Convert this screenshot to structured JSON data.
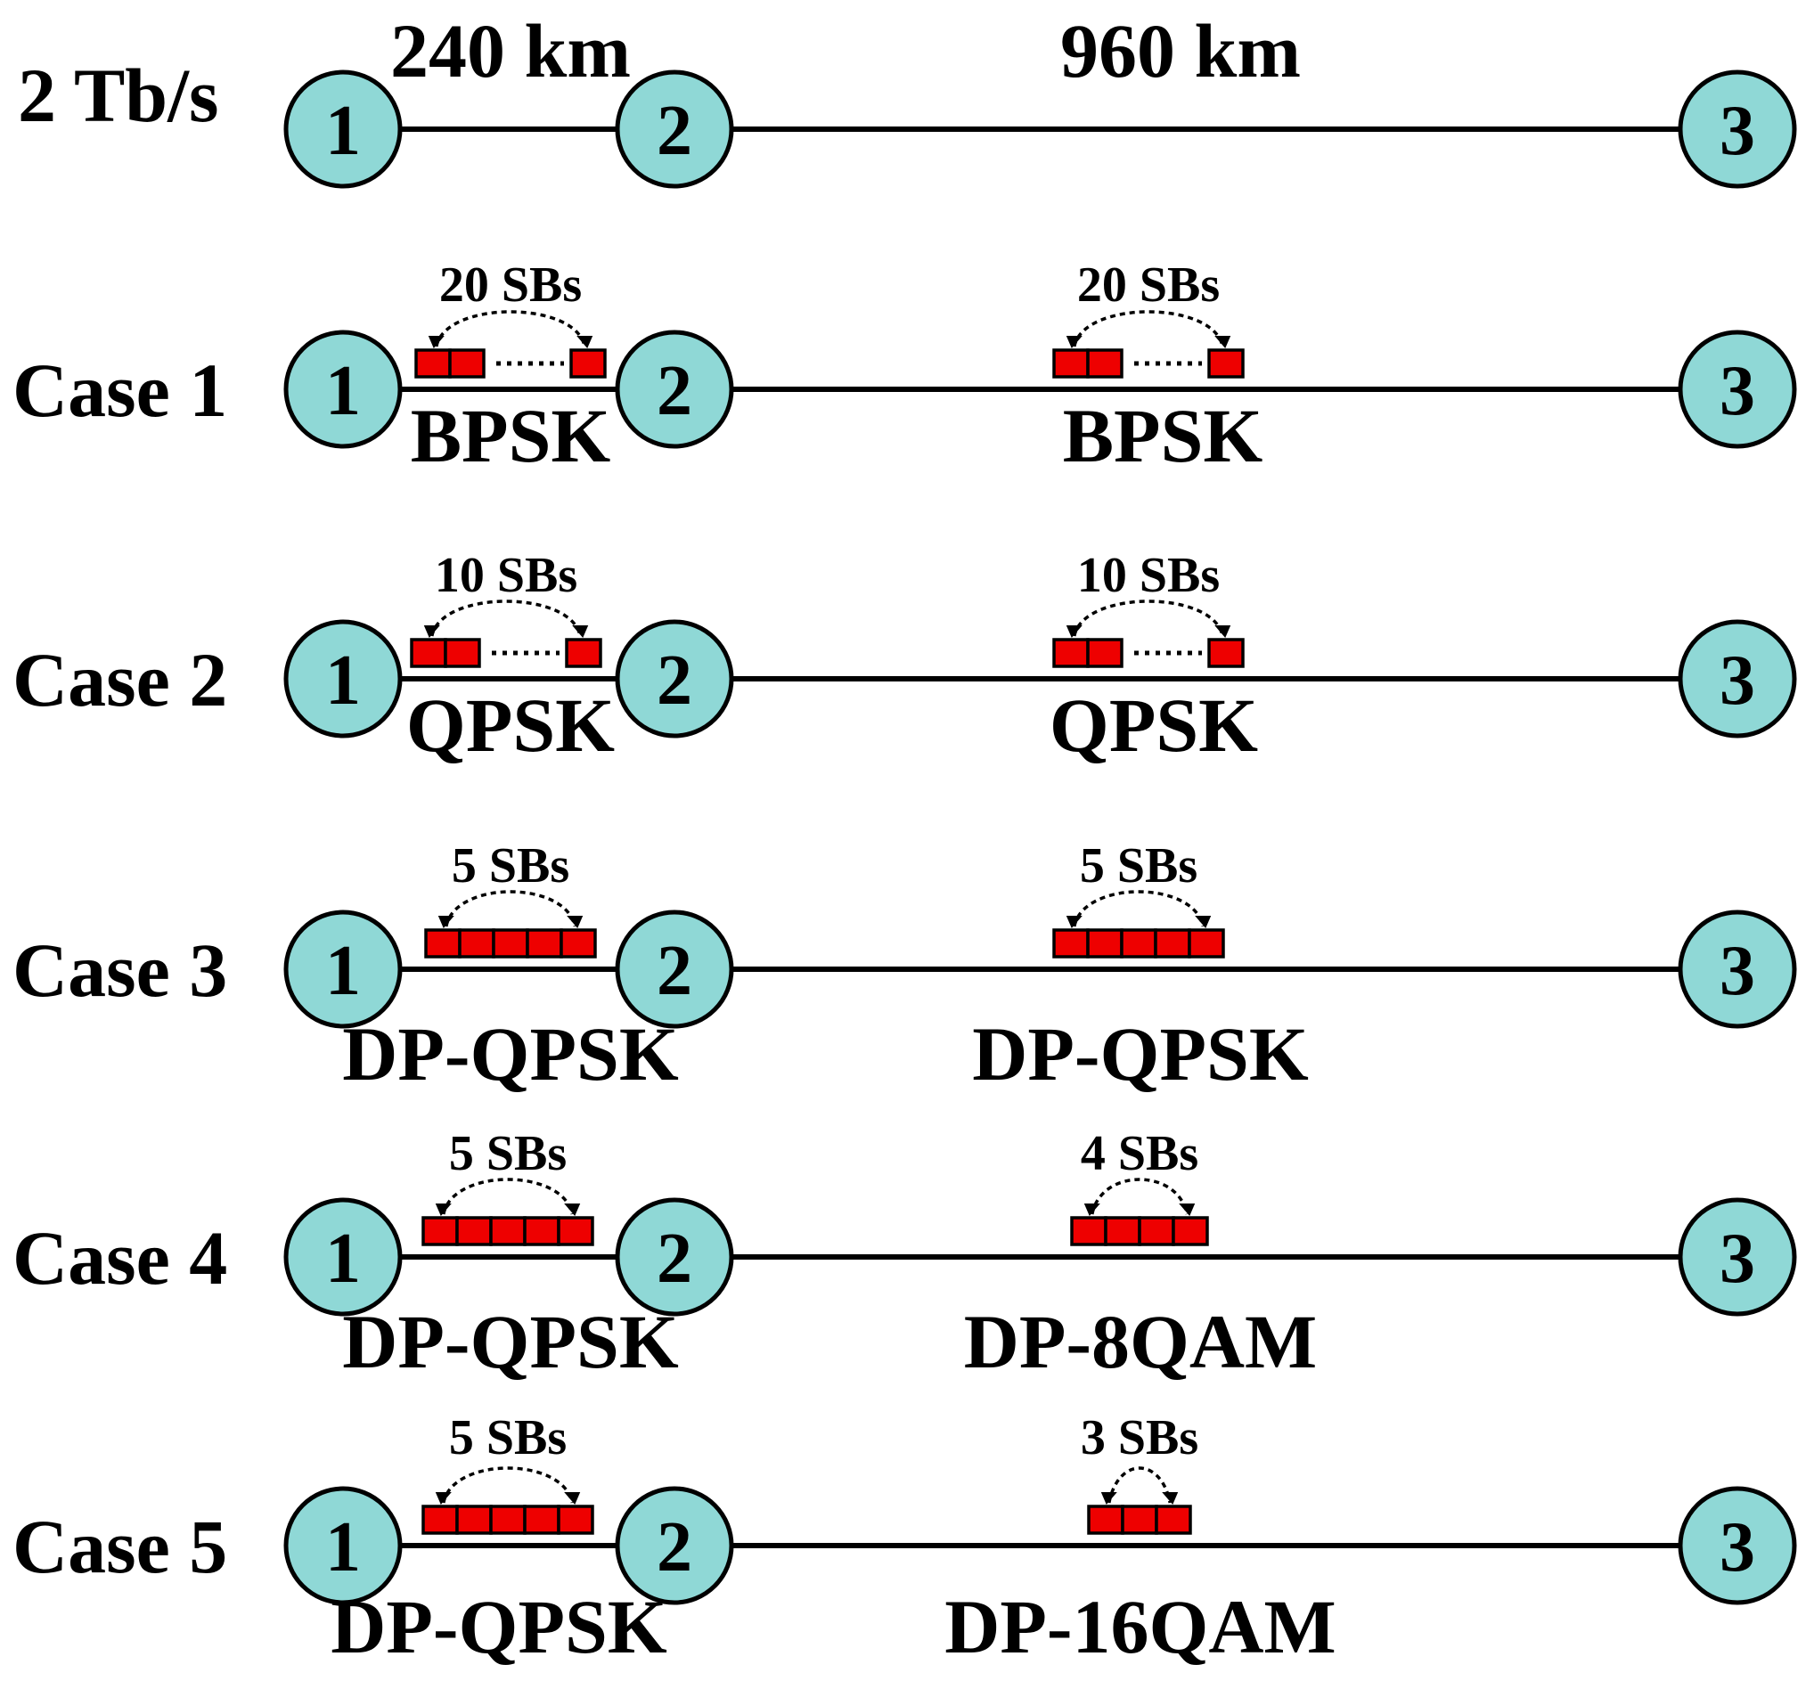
{
  "header": {
    "rate_label": "2 Tb/s",
    "distance_1": "240 km",
    "distance_2": "960 km"
  },
  "colors": {
    "node_fill": "#8fd8d6",
    "slot_fill": "#ee0000",
    "line": "#000000"
  },
  "nodes": [
    "1",
    "2",
    "3"
  ],
  "rows": [
    {
      "label": "",
      "links": []
    },
    {
      "label": "Case 1",
      "links": [
        {
          "sbs": "20 SBs",
          "modulation": "BPSK",
          "drawn_slots": 3,
          "gap_dots": true
        },
        {
          "sbs": "20 SBs",
          "modulation": "BPSK",
          "drawn_slots": 3,
          "gap_dots": true
        }
      ]
    },
    {
      "label": "Case 2",
      "links": [
        {
          "sbs": "10 SBs",
          "modulation": "QPSK",
          "drawn_slots": 3,
          "gap_dots": true
        },
        {
          "sbs": "10 SBs",
          "modulation": "QPSK",
          "drawn_slots": 3,
          "gap_dots": true
        }
      ]
    },
    {
      "label": "Case 3",
      "links": [
        {
          "sbs": "5 SBs",
          "modulation": "DP-QPSK",
          "drawn_slots": 5,
          "gap_dots": false
        },
        {
          "sbs": "5 SBs",
          "modulation": "DP-QPSK",
          "drawn_slots": 5,
          "gap_dots": false
        }
      ]
    },
    {
      "label": "Case 4",
      "links": [
        {
          "sbs": "5 SBs",
          "modulation": "DP-QPSK",
          "drawn_slots": 5,
          "gap_dots": false
        },
        {
          "sbs": "4 SBs",
          "modulation": "DP-8QAM",
          "drawn_slots": 4,
          "gap_dots": false
        }
      ]
    },
    {
      "label": "Case 5",
      "links": [
        {
          "sbs": "5 SBs",
          "modulation": "DP-QPSK",
          "drawn_slots": 5,
          "gap_dots": false
        },
        {
          "sbs": "3 SBs",
          "modulation": "DP-16QAM",
          "drawn_slots": 3,
          "gap_dots": false
        }
      ]
    }
  ]
}
